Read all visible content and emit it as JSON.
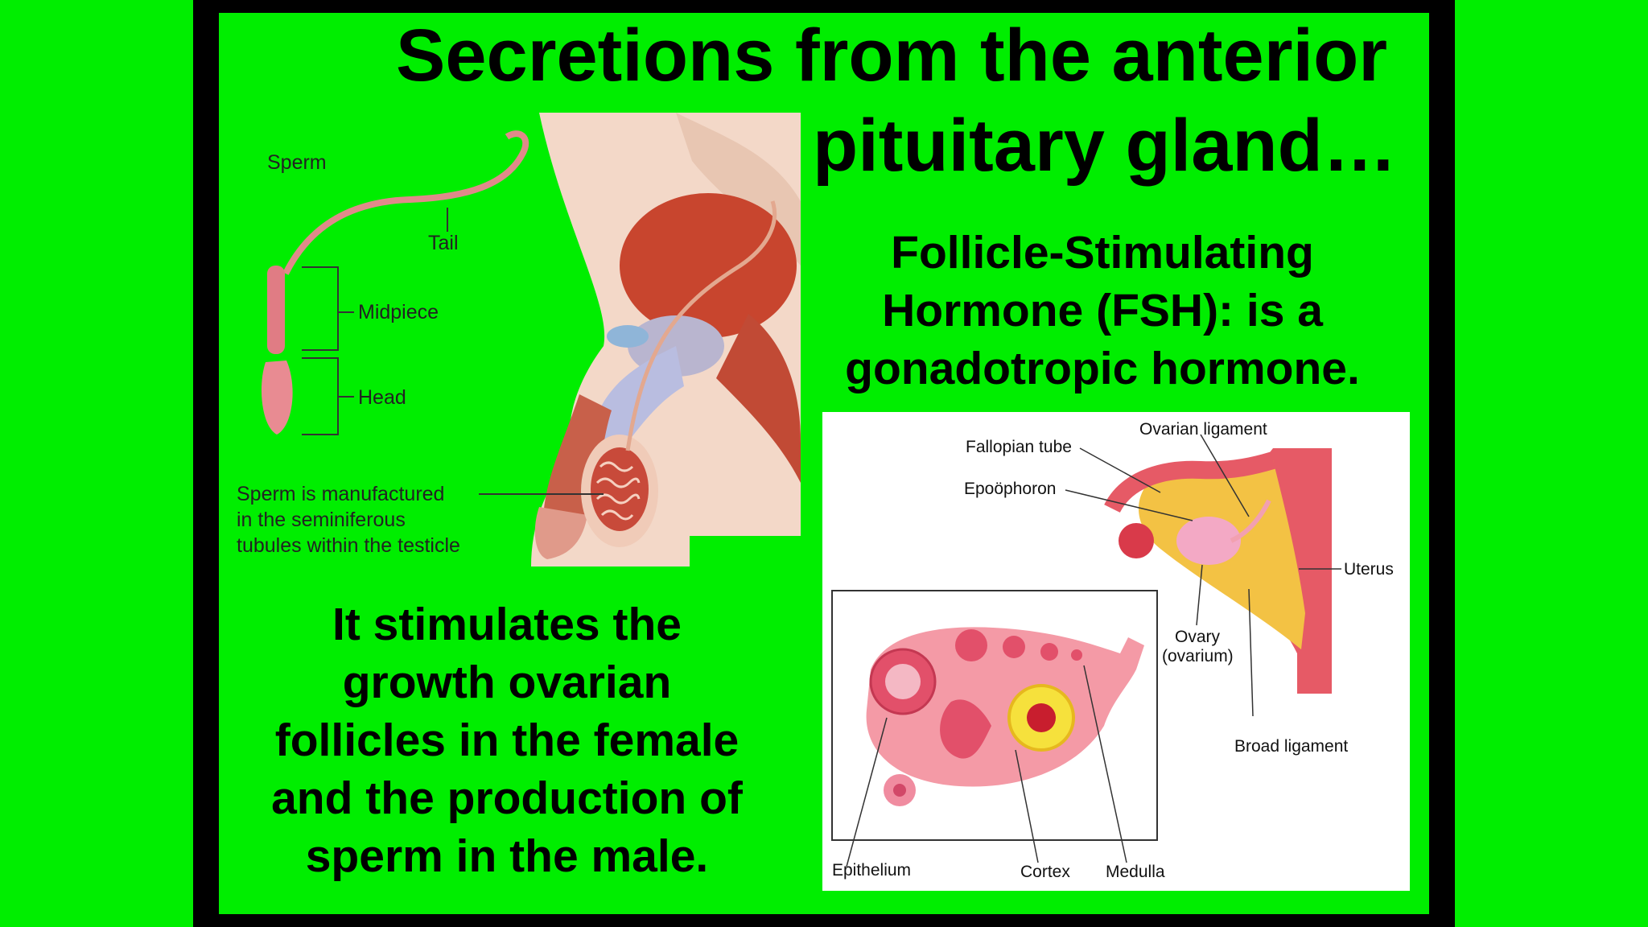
{
  "slide": {
    "title_line1": "Secretions from the anterior",
    "title_line2": "pituitary gland…",
    "subtitle_line1": "Follicle-Stimulating",
    "subtitle_line2": "Hormone (FSH):  is a",
    "subtitle_line3": "gonadotropic hormone.",
    "body_line1": "It stimulates the",
    "body_line2": "growth ovarian",
    "body_line3": "follicles in the female",
    "body_line4": "and the production of",
    "body_line5": "sperm in the male."
  },
  "male_diagram": {
    "sperm": "Sperm",
    "tail": "Tail",
    "midpiece": "Midpiece",
    "head": "Head",
    "caption_line1": "Sperm is manufactured",
    "caption_line2": "in the seminiferous",
    "caption_line3": "tubules within the testicle"
  },
  "female_diagram": {
    "ovarian_ligament": "Ovarian ligament",
    "fallopian_tube": "Fallopian tube",
    "epoophoron": "Epoöphoron",
    "uterus": "Uterus",
    "ovary_line1": "Ovary",
    "ovary_line2": "(ovarium)",
    "broad_ligament": "Broad ligament",
    "epithelium": "Epithelium",
    "cortex": "Cortex",
    "medulla": "Medulla"
  },
  "colors": {
    "background": "#00ee00",
    "frame": "#000000",
    "text": "#000000"
  }
}
